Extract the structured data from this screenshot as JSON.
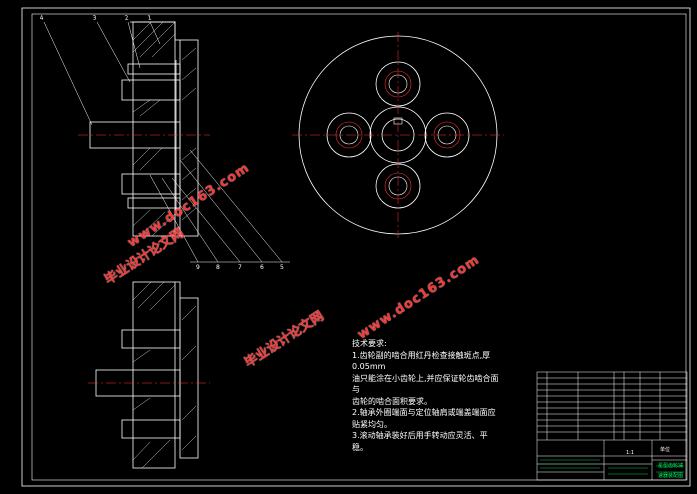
{
  "drawing": {
    "balloon_numbers_top": [
      "4",
      "3",
      "2",
      "1"
    ],
    "balloon_numbers_side": [
      "9",
      "8",
      "7",
      "6",
      "5"
    ]
  },
  "technical_requirements": {
    "heading": "技术要求:",
    "lines": [
      "1.齿轮副的啮合用红丹检查接触斑点,厚0.05mm",
      "油只能涂在小齿轮上,并应保证轮齿啮合面与",
      "齿轮的啮合面积要求。",
      "2.轴承外圈端面与定位轴肩或端盖端面应",
      "贴紧均匀。",
      "3.滚动轴承装好后用手转动应灵活、平",
      "稳。"
    ]
  },
  "watermarks": {
    "site": "www.doc163.com",
    "label": "毕业设计论文网"
  },
  "title_block": {
    "scale": "1:1",
    "company_label": "单位",
    "drawing_name_line1": "星型齿轮减",
    "drawing_name_line2": "速器装配图"
  },
  "colors": {
    "background": "#000000",
    "outline": "#ffffff",
    "centerline": "#ff3030",
    "hatch": "#ffffff",
    "title_block_green": "#00ff66"
  }
}
